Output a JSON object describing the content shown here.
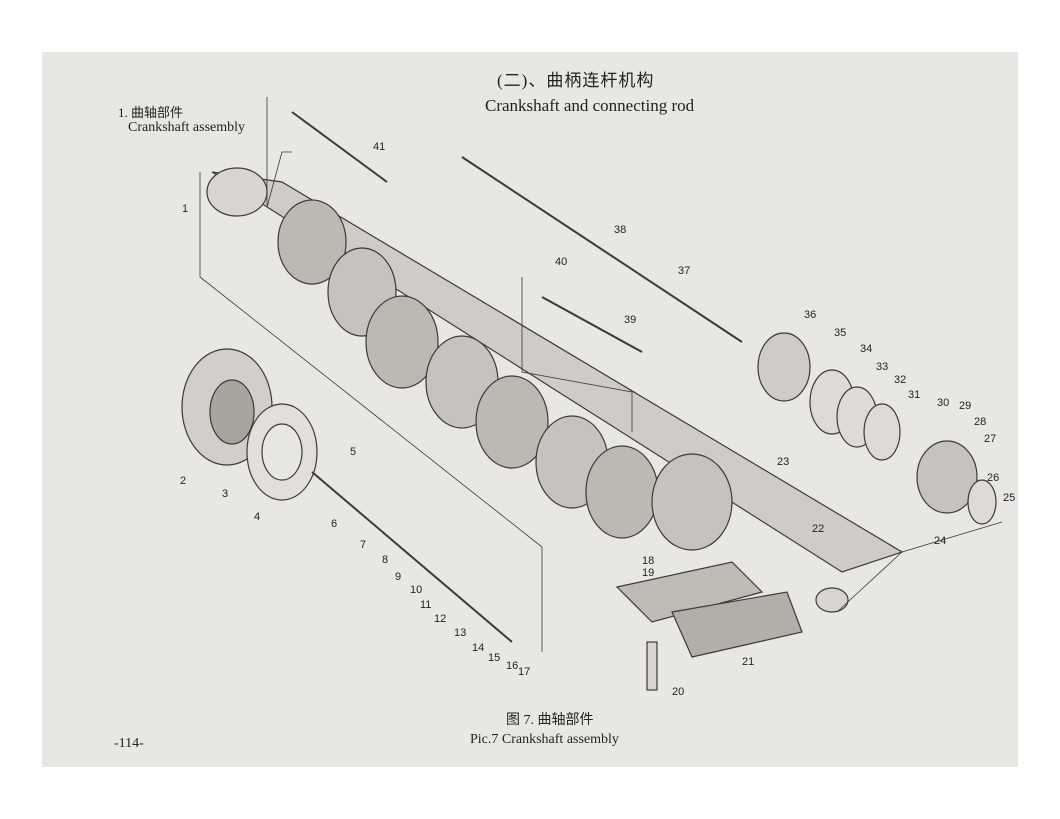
{
  "heading": {
    "chinese": "(二)、曲柄连杆机构",
    "english": "Crankshaft and connecting rod"
  },
  "section": {
    "chinese": "1. 曲轴部件",
    "english": "Crankshaft assembly"
  },
  "caption": {
    "chinese": "图 7. 曲轴部件",
    "english": "Pic.7  Crankshaft assembly"
  },
  "page_number": "-114-",
  "callouts": [
    "1",
    "2",
    "3",
    "4",
    "5",
    "6",
    "7",
    "8",
    "9",
    "10",
    "11",
    "12",
    "13",
    "14",
    "15",
    "16",
    "17",
    "18",
    "19",
    "20",
    "21",
    "22",
    "23",
    "24",
    "25",
    "26",
    "27",
    "28",
    "29",
    "30",
    "31",
    "32",
    "33",
    "34",
    "35",
    "36",
    "37",
    "38",
    "39",
    "40",
    "41"
  ]
}
